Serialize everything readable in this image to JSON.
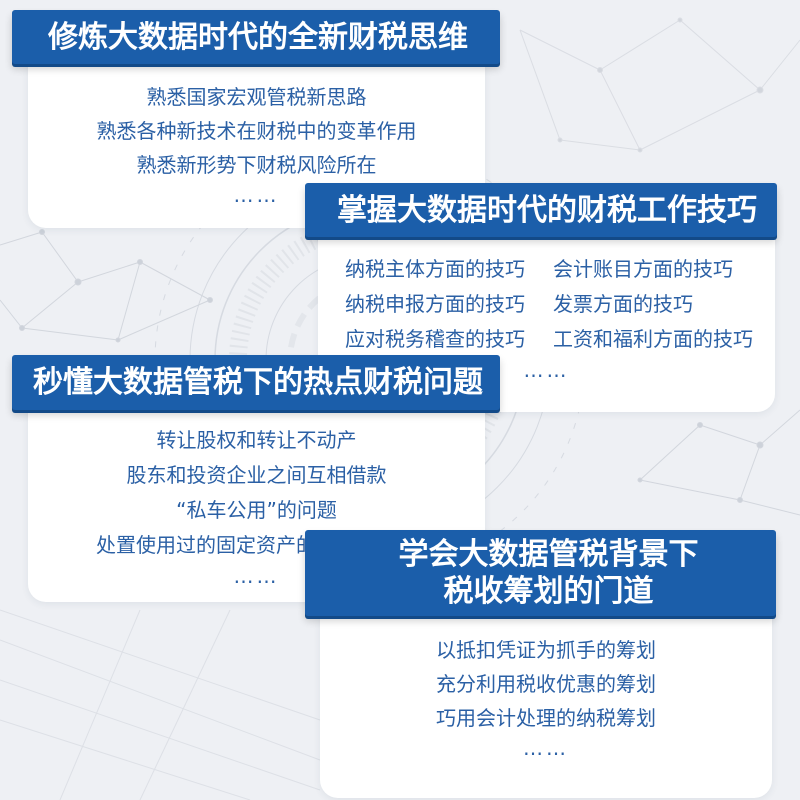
{
  "colors": {
    "background": "#eef0f4",
    "banner": "#1b5eaa",
    "banner_edge": "#134a88",
    "title_text": "#ffffff",
    "body_text": "#2b60a5",
    "card": "#ffffff"
  },
  "cards": [
    {
      "title": "修炼大数据时代的全新财税思维",
      "items": [
        "熟悉国家宏观管税新思路",
        "熟悉各种新技术在财税中的变革作用",
        "熟悉新形势下财税风险所在"
      ],
      "more": "……"
    },
    {
      "title": "掌握大数据时代的财税工作技巧",
      "items_left": [
        "纳税主体方面的技巧",
        "纳税申报方面的技巧",
        "应对税务稽查的技巧"
      ],
      "items_right": [
        "会计账目方面的技巧",
        "发票方面的技巧",
        "工资和福利方面的技巧"
      ],
      "more": "……"
    },
    {
      "title": "秒懂大数据管税下的热点财税问题",
      "items": [
        "转让股权和转让不动产",
        "股东和投资企业之间互相借款",
        "“私车公用”的问题",
        "处置使用过的固定资产的"
      ],
      "more": "……"
    },
    {
      "title_lines": [
        "学会大数据管税背景下",
        "税收筹划的门道"
      ],
      "items": [
        "以抵扣凭证为抓手的筹划",
        "充分利用税收优惠的筹划",
        "巧用会计处理的纳税筹划"
      ],
      "more": "……"
    }
  ]
}
